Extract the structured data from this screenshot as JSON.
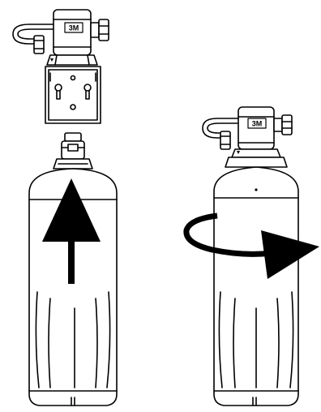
{
  "brand": {
    "logo_text": "3M"
  },
  "colors": {
    "line": "#000000",
    "fill": "#ffffff",
    "arrow": "#000000"
  },
  "steps": [
    {
      "id": "insert",
      "action": "push-cartridge-up",
      "arrow": "up"
    },
    {
      "id": "rotate",
      "action": "turn-cartridge-clockwise",
      "arrow": "curved-right"
    }
  ]
}
